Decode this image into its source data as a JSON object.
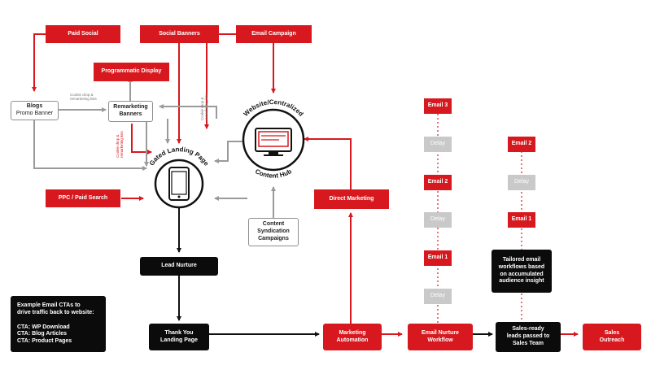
{
  "nodes": {
    "paid_social": "Paid Social",
    "social_banners": "Social Banners",
    "email_campaign": "Email Campaign",
    "programmatic_display": "Programmatic Display",
    "blogs_title": "Blogs",
    "blogs_sub": "Promo Banner",
    "remarketing_banners": "Remarketing\nBanners",
    "ppc": "PPC / Paid Search",
    "gated_landing_page": "Gated Landing Page",
    "content_hub_top": "Website/Centralized",
    "content_hub_bottom": "Content Hub",
    "content_syndication": "Content\nSyndication\nCampaigns",
    "direct_marketing": "Direct Marketing",
    "lead_nurture": "Lead Nurture",
    "thank_you": "Thank You\nLanding Page",
    "marketing_automation": "Marketing\nAutomation",
    "email_nurture_workflow": "Email Nurture\nWorkflow",
    "sales_ready": "Sales-ready\nleads passed to\nSales Team",
    "sales_outreach": "Sales\nOutreach",
    "tailored": "Tailored email\nworkflows based\non accumulated\naudience insight",
    "callout": "Example Email CTAs to\ndrive traffic back to website:\n\nCTA: WP Download\nCTA: Blog Articles\nCTA: Product Pages"
  },
  "nurture_column": [
    "Email 3",
    "Delay",
    "Email 2",
    "Delay",
    "Email 1",
    "Delay"
  ],
  "tailored_column": [
    "Email 2",
    "Delay",
    "Email 1"
  ],
  "notes": {
    "cookie_drop": "Cookie drop &\nremarketing lists"
  },
  "colors": {
    "accent_red": "#d7191f",
    "black": "#0b0b0b",
    "delay_grey": "#c9c9c9",
    "connector_grey": "#9a9a9a"
  }
}
